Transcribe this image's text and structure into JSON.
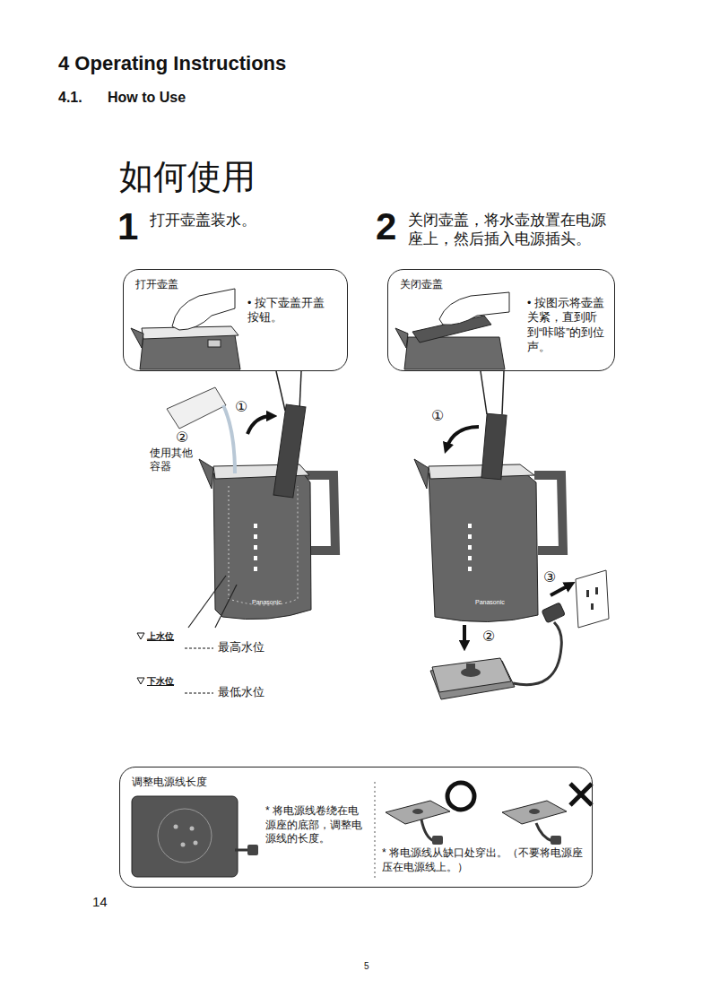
{
  "diagram": {
    "title": "4 Operating Instructions",
    "nodes": [
      {
        "text": [
          "打开壶盖",
          "• 按下壶盖开盖按钮。"
        ]
      },
      {
        "text": [
          "关闭壶盖",
          "• 按图示将壶盖关紧，直到听到“咔嗒”的到位声。"
        ]
      },
      {
        "text": [
          "调整电源线长度",
          "* 将电源线卷绕在电源座的底部，调整电源线的长度。",
          "* 将电源线从缺口处穿出。（不要将电源座压在电源线上。）"
        ]
      }
    ],
    "labels": [
      "4.1.",
      "How to Use",
      "如何使用",
      "1",
      "打开壶盖装水。",
      "2",
      "关闭壶盖，将水壶放置在电源座上，然后插入电源插头。",
      "①",
      "②",
      "使用其他容器",
      "上水位",
      "最高水位",
      "下水位",
      "最低水位",
      "①",
      "②",
      "③",
      "Panasonic",
      "Panasonic",
      "14",
      "5"
    ]
  }
}
